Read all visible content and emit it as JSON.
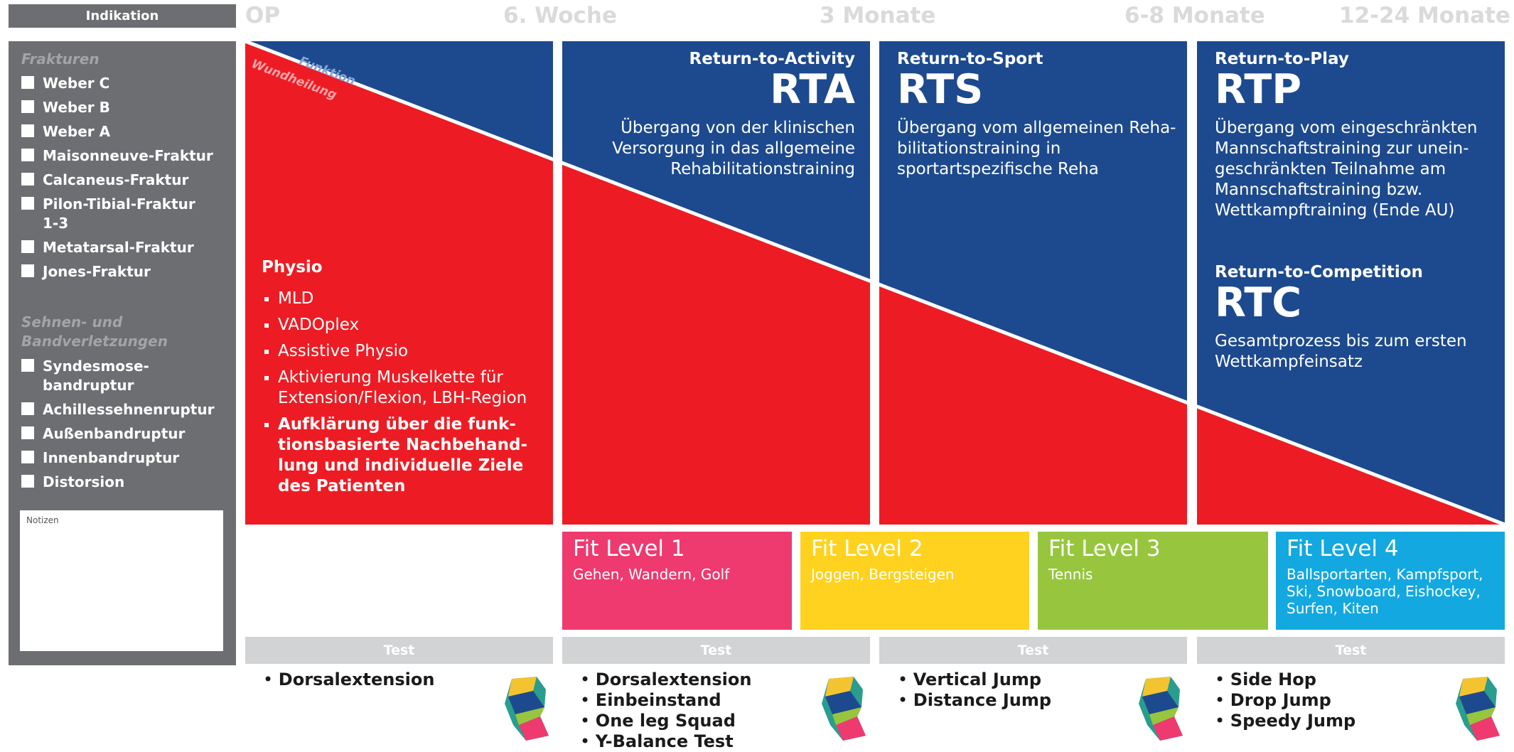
{
  "sidebar": {
    "header": "Indikation",
    "frakturen_title": "Frakturen",
    "frakturen": [
      "Weber C",
      "Weber B",
      "Weber A",
      "Maisonneuve-Fraktur",
      "Calcaneus-Fraktur",
      "Pilon-Tibial-Fraktur 1-3",
      "Metatarsal-Fraktur",
      "Jones-Fraktur"
    ],
    "sehnen_title": "Sehnen- und Bandverletzungen",
    "sehnen": [
      "Syndesmose-bandruptur",
      "Achillessehnenruptur",
      "Außenbandruptur",
      "Innenbandruptur",
      "Distorsion"
    ],
    "notes_label": "Notizen"
  },
  "timeline": [
    "OP",
    "6. Woche",
    "3 Monate",
    "6-8 Monate",
    "12-24 Monate"
  ],
  "diagonal": {
    "funktion": "Funktion",
    "wundheilung": "Wundheilung"
  },
  "physio": {
    "title": "Physio",
    "items": [
      "MLD",
      "VADOplex",
      "Assistive Physio",
      "Aktivierung Muskelkette für Extension/Flexion, LBH-Region"
    ],
    "bold_item": "Aufklärung über die funk-tionsbasierte Nachbehand-lung und individuelle Ziele des Patienten"
  },
  "rta": {
    "sub": "Return-to-Activity",
    "abbr": "RTA",
    "desc": "Übergang von der klinischen Versorgung in das allgemeine Rehabilitationstraining"
  },
  "rts": {
    "sub": "Return-to-Sport",
    "abbr": "RTS",
    "desc": "Übergang vom allgemeinen Reha-bilitationstraining in sportartspezifische Reha"
  },
  "rtp": {
    "sub": "Return-to-Play",
    "abbr": "RTP",
    "desc": "Übergang vom eingeschränkten Mannschaftstraining zur unein-geschränkten Teilnahme am Mannschaftstraining bzw. Wettkampftraining (Ende AU)"
  },
  "rtc": {
    "sub": "Return-to-Competition",
    "abbr": "RTC",
    "desc": "Gesamtprozess bis zum ersten Wettkampfeinsatz"
  },
  "fit_levels": [
    {
      "title": "Fit Level 1",
      "desc": "Gehen, Wandern, Golf"
    },
    {
      "title": "Fit Level 2",
      "desc": "Joggen, Bergsteigen"
    },
    {
      "title": "Fit Level 3",
      "desc": "Tennis"
    },
    {
      "title": "Fit Level 4",
      "desc": "Ballsportarten, Kampfsport, Ski, Snowboard, Eishockey, Surfen, Kiten"
    }
  ],
  "test_label": "Test",
  "tests": [
    [
      "Dorsalextension"
    ],
    [
      "Dorsalextension",
      "Einbeinstand",
      "One leg Squad",
      "Y-Balance Test"
    ],
    [
      "Vertical Jump",
      "Distance Jump"
    ],
    [
      "Side Hop",
      "Drop Jump",
      "Speedy Jump"
    ]
  ],
  "colors": {
    "red": "#ed1c24",
    "blue": "#1d4a8e",
    "grey": "#6d6e71",
    "fit1": "#ee3a6f",
    "fit2": "#ffd21f",
    "fit3": "#97c63e",
    "fit4": "#13a8e0"
  }
}
